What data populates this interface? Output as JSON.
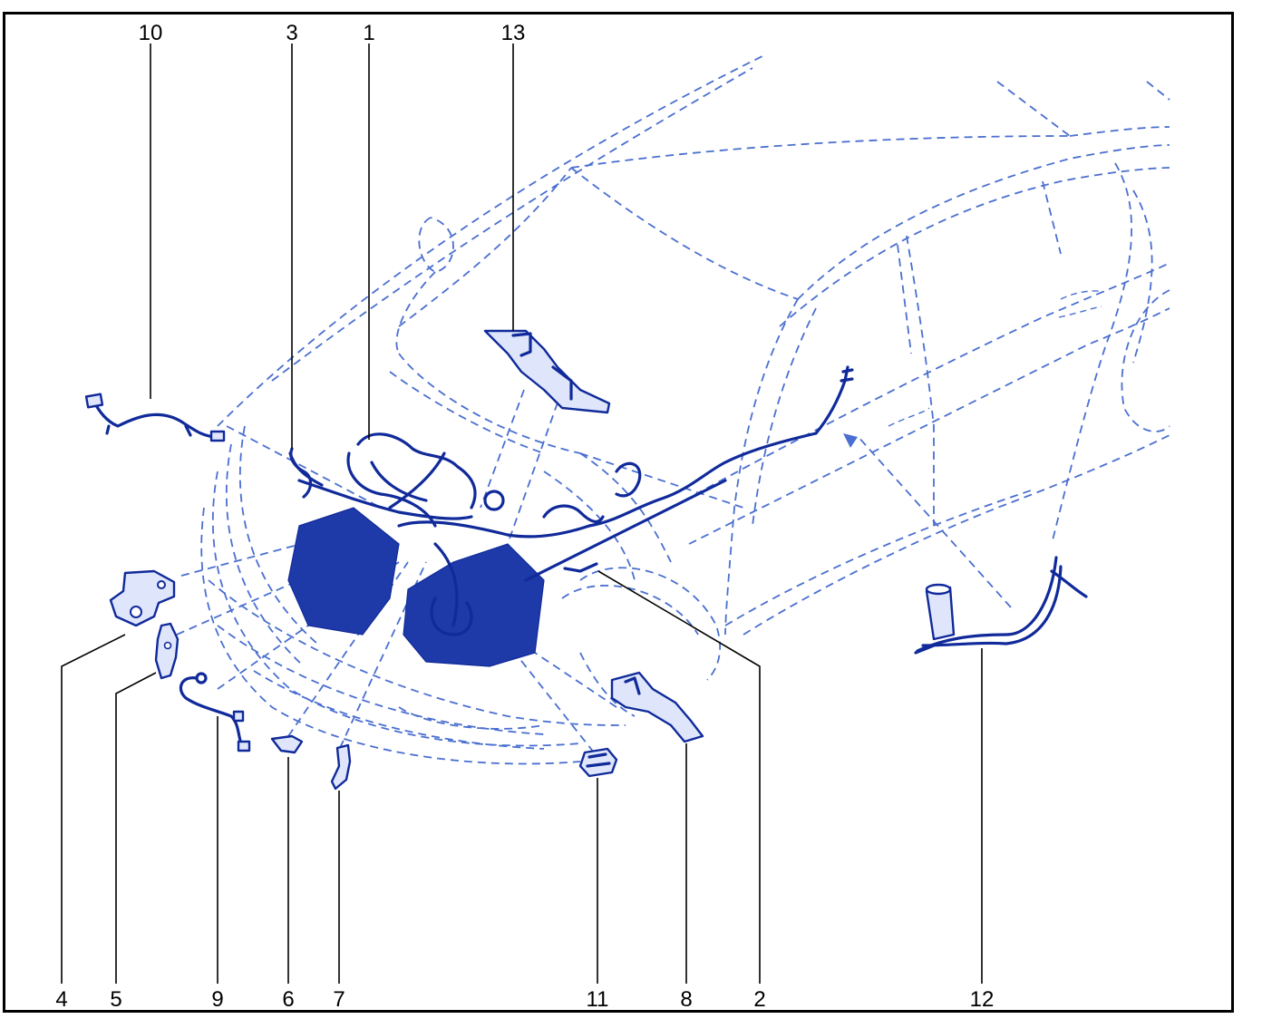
{
  "callouts": {
    "c1": "1",
    "c2": "2",
    "c3": "3",
    "c4": "4",
    "c5": "5",
    "c6": "6",
    "c7": "7",
    "c8": "8",
    "c9": "9",
    "c10": "10",
    "c11": "11",
    "c12": "12",
    "c13": "13"
  },
  "colors": {
    "line_art": "#102a9a",
    "hidden_lines": "#4a6fd0",
    "leader_lines": "#000000",
    "frame": "#000000"
  }
}
